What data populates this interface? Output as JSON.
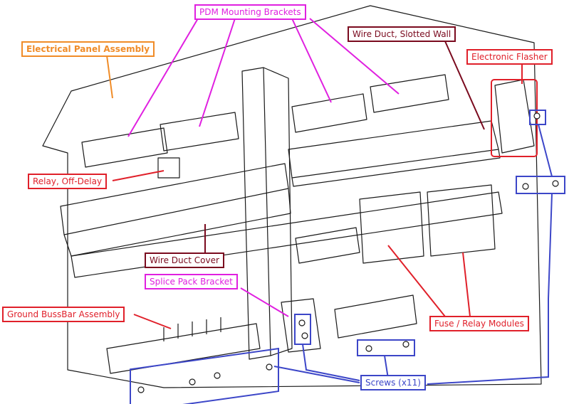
{
  "labels": {
    "pdm": "PDM Mounting Brackets",
    "panel": "Electrical Panel Assembly",
    "duct_slotted": "Wire Duct, Slotted Wall",
    "flasher": "Electronic Flasher",
    "relay_offdelay": "Relay, Off-Delay",
    "duct_cover": "Wire Duct Cover",
    "splice": "Splice Pack Bracket",
    "ground": "Ground BussBar Assembly",
    "fuse_relay": "Fuse / Relay Modules",
    "screws": "Screws (x11)"
  },
  "colors": {
    "magenta": "#e020e0",
    "orange": "#f08c28",
    "dark_red": "#7a0a1e",
    "red": "#e0202a",
    "blue": "#3c46c8",
    "drawing": "#1a1a1a"
  }
}
